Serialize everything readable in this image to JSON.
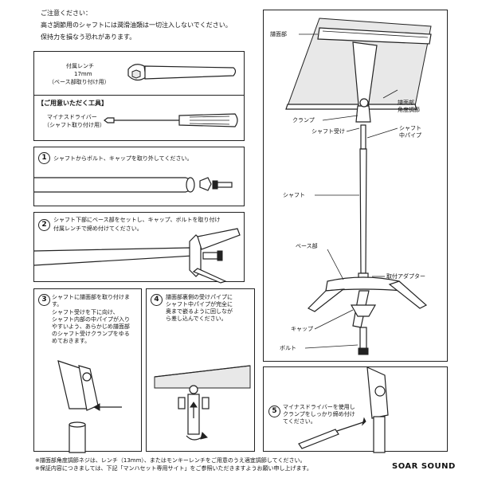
{
  "notice": {
    "title": "ご注意ください：",
    "line1": "高さ調節用のシャフトには潤滑油類は一切注入しないでください。",
    "line2": "保持力を損なう恐れがあります。"
  },
  "tools": {
    "wrench_label1": "付属レンチ",
    "wrench_label2": "17mm",
    "wrench_label3": "（ベース部取り付け用）",
    "prepare_heading": "【ご用意いただく工具】",
    "driver_label1": "マイナスドライバー",
    "driver_label2": "（シャフト取り付け用）"
  },
  "steps": {
    "s1": {
      "num": "1",
      "text": "シャフトからボルト、キャップを取り外してください。"
    },
    "s2": {
      "num": "2",
      "line1": "シャフト下部にベース部をセットし、キャップ、ボルトを取り付け",
      "line2": "付属レンチで締め付けてください。"
    },
    "s3": {
      "num": "3",
      "lines": [
        "シャフトに譜面部を取り付けま",
        "す。",
        "シャフト受けを下に向け、",
        "シャフト内部の中パイプが入り",
        "やすいよう、あらかじめ譜面部",
        "のシャフト受けクランプをゆる",
        "めておきます。"
      ]
    },
    "s4": {
      "num": "4",
      "lines": [
        "譜面部裏側の受けパイプに",
        "シャフト中パイプが完全に",
        "奥まで嵌るように回しなが",
        "ら差し込んでください。"
      ]
    },
    "s5": {
      "num": "5",
      "lines": [
        "マイナスドライバーを使用し",
        "クランプをしっかり締め付け",
        "てください。"
      ]
    }
  },
  "diagram_labels": {
    "desk": "譜面部",
    "angle1": "譜面部",
    "angle2": "角度調節",
    "clamp": "クランプ",
    "receiver": "シャフト受け",
    "middle1": "シャフト",
    "middle2": "中パイプ",
    "shaft": "シャフト",
    "base": "ベース部",
    "adapter": "取付アダプター",
    "cap": "キャップ",
    "bolt": "ボルト"
  },
  "footer": {
    "note1": "※譜面部角度調節ネジは、レンチ（13mm）、またはモンキーレンチをご用意のうえ適宜調節してください。",
    "note2": "※保証内容につきましては、下記「マンハセット専用サイト」をご参照いただきますようお願い申し上げます。",
    "brand": "SOAR SOUND"
  }
}
